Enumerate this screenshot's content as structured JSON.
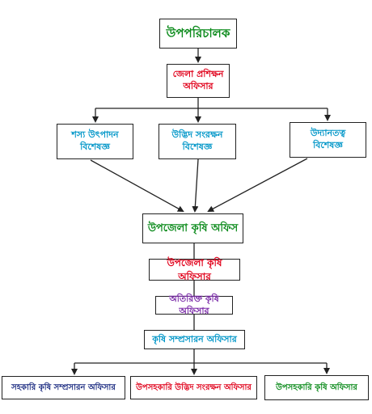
{
  "nodes": {
    "upoporichalok": {
      "text": "উপপরিচালক",
      "color": "#0a8a1a"
    },
    "district_training": {
      "line1": "জেলা প্রশিক্ষন",
      "line2": "অফিসার",
      "color": "#e0001a"
    },
    "crop_production": {
      "line1": "শস্য উৎপাদন",
      "line2": "বিশেষজ্ঞ",
      "color": "#0096c8"
    },
    "plant_protection": {
      "line1": "উদ্ভিদ সংরক্ষন",
      "line2": "বিশেষজ্ঞ",
      "color": "#0096c8"
    },
    "horticulture": {
      "line1": "উদ্যানতত্ব",
      "line2": "বিশেষজ্ঞ",
      "color": "#0096c8"
    },
    "upazila_office": {
      "text": "উপজেলা কৃষি অফিস",
      "color": "#0a8a1a"
    },
    "upazila_officer": {
      "text": "উপজেলা কৃষি অফিসার",
      "color": "#e0001a"
    },
    "additional_officer": {
      "text": "অতিরিক্ত কৃষি অফিসার",
      "color": "#7a2aa8"
    },
    "extension_officer": {
      "text": "কৃষি সম্প্রসারন অফিসার",
      "color": "#0096c8"
    },
    "assistant_extension": {
      "text": "সহকারি কৃষি সম্প্রসারন অফিসার",
      "color": "#1a2a80"
    },
    "sub_assistant_protection": {
      "text": "উপসহকারি উদ্ভিদ সংরক্ষন অফিসার",
      "color": "#e0001a"
    },
    "sub_assistant_agri": {
      "text": "উপসহকারি কৃষি অফিসার",
      "color": "#0a8a1a"
    }
  }
}
